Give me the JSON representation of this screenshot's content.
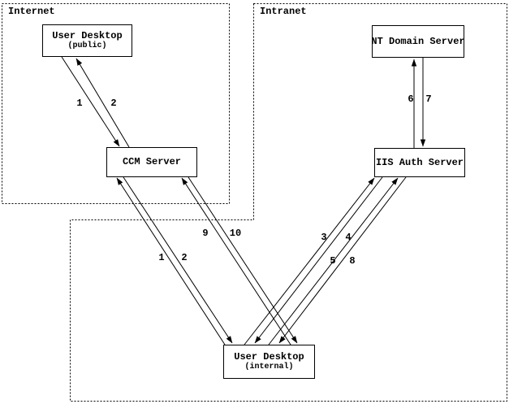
{
  "zones": [
    {
      "name": "Internet"
    },
    {
      "name": "Intranet"
    }
  ],
  "nodes": [
    {
      "id": "user-desktop-public",
      "label": "User Desktop",
      "sublabel": "(public)",
      "zone": "Internet"
    },
    {
      "id": "ccm-server",
      "label": "CCM Server",
      "zone": "Internet"
    },
    {
      "id": "nt-domain-server",
      "label": "NT Domain Server",
      "zone": "Intranet"
    },
    {
      "id": "iis-auth-server",
      "label": "IIS Auth Server",
      "zone": "Intranet"
    },
    {
      "id": "user-desktop-internal",
      "label": "User Desktop",
      "sublabel": "(internal)",
      "zone": "Intranet"
    }
  ],
  "arrow_labels": [
    {
      "text": "1"
    },
    {
      "text": "2"
    },
    {
      "text": "1"
    },
    {
      "text": "2"
    },
    {
      "text": "9"
    },
    {
      "text": "10"
    },
    {
      "text": "3"
    },
    {
      "text": "4"
    },
    {
      "text": "5"
    },
    {
      "text": "8"
    },
    {
      "text": "6"
    },
    {
      "text": "7"
    }
  ],
  "connections": [
    {
      "label": "1",
      "from": "User Desktop (public)",
      "to": "CCM Server"
    },
    {
      "label": "2",
      "from": "CCM Server",
      "to": "User Desktop (public)"
    },
    {
      "label": "1",
      "from": "User Desktop (internal)",
      "to": "CCM Server"
    },
    {
      "label": "2",
      "from": "CCM Server",
      "to": "User Desktop (internal)"
    },
    {
      "label": "9",
      "from": "User Desktop (internal)",
      "to": "CCM Server"
    },
    {
      "label": "10",
      "from": "CCM Server",
      "to": "User Desktop (internal)"
    },
    {
      "label": "3",
      "from": "User Desktop (internal)",
      "to": "IIS Auth Server"
    },
    {
      "label": "4",
      "from": "IIS Auth Server",
      "to": "User Desktop (internal)"
    },
    {
      "label": "5",
      "from": "User Desktop (internal)",
      "to": "IIS Auth Server"
    },
    {
      "label": "8",
      "from": "IIS Auth Server",
      "to": "User Desktop (internal)"
    },
    {
      "label": "6",
      "from": "IIS Auth Server",
      "to": "NT Domain Server"
    },
    {
      "label": "7",
      "from": "NT Domain Server",
      "to": "IIS Auth Server"
    }
  ],
  "colors": {
    "line": "#000000",
    "background": "#ffffff",
    "text": "#000000"
  }
}
